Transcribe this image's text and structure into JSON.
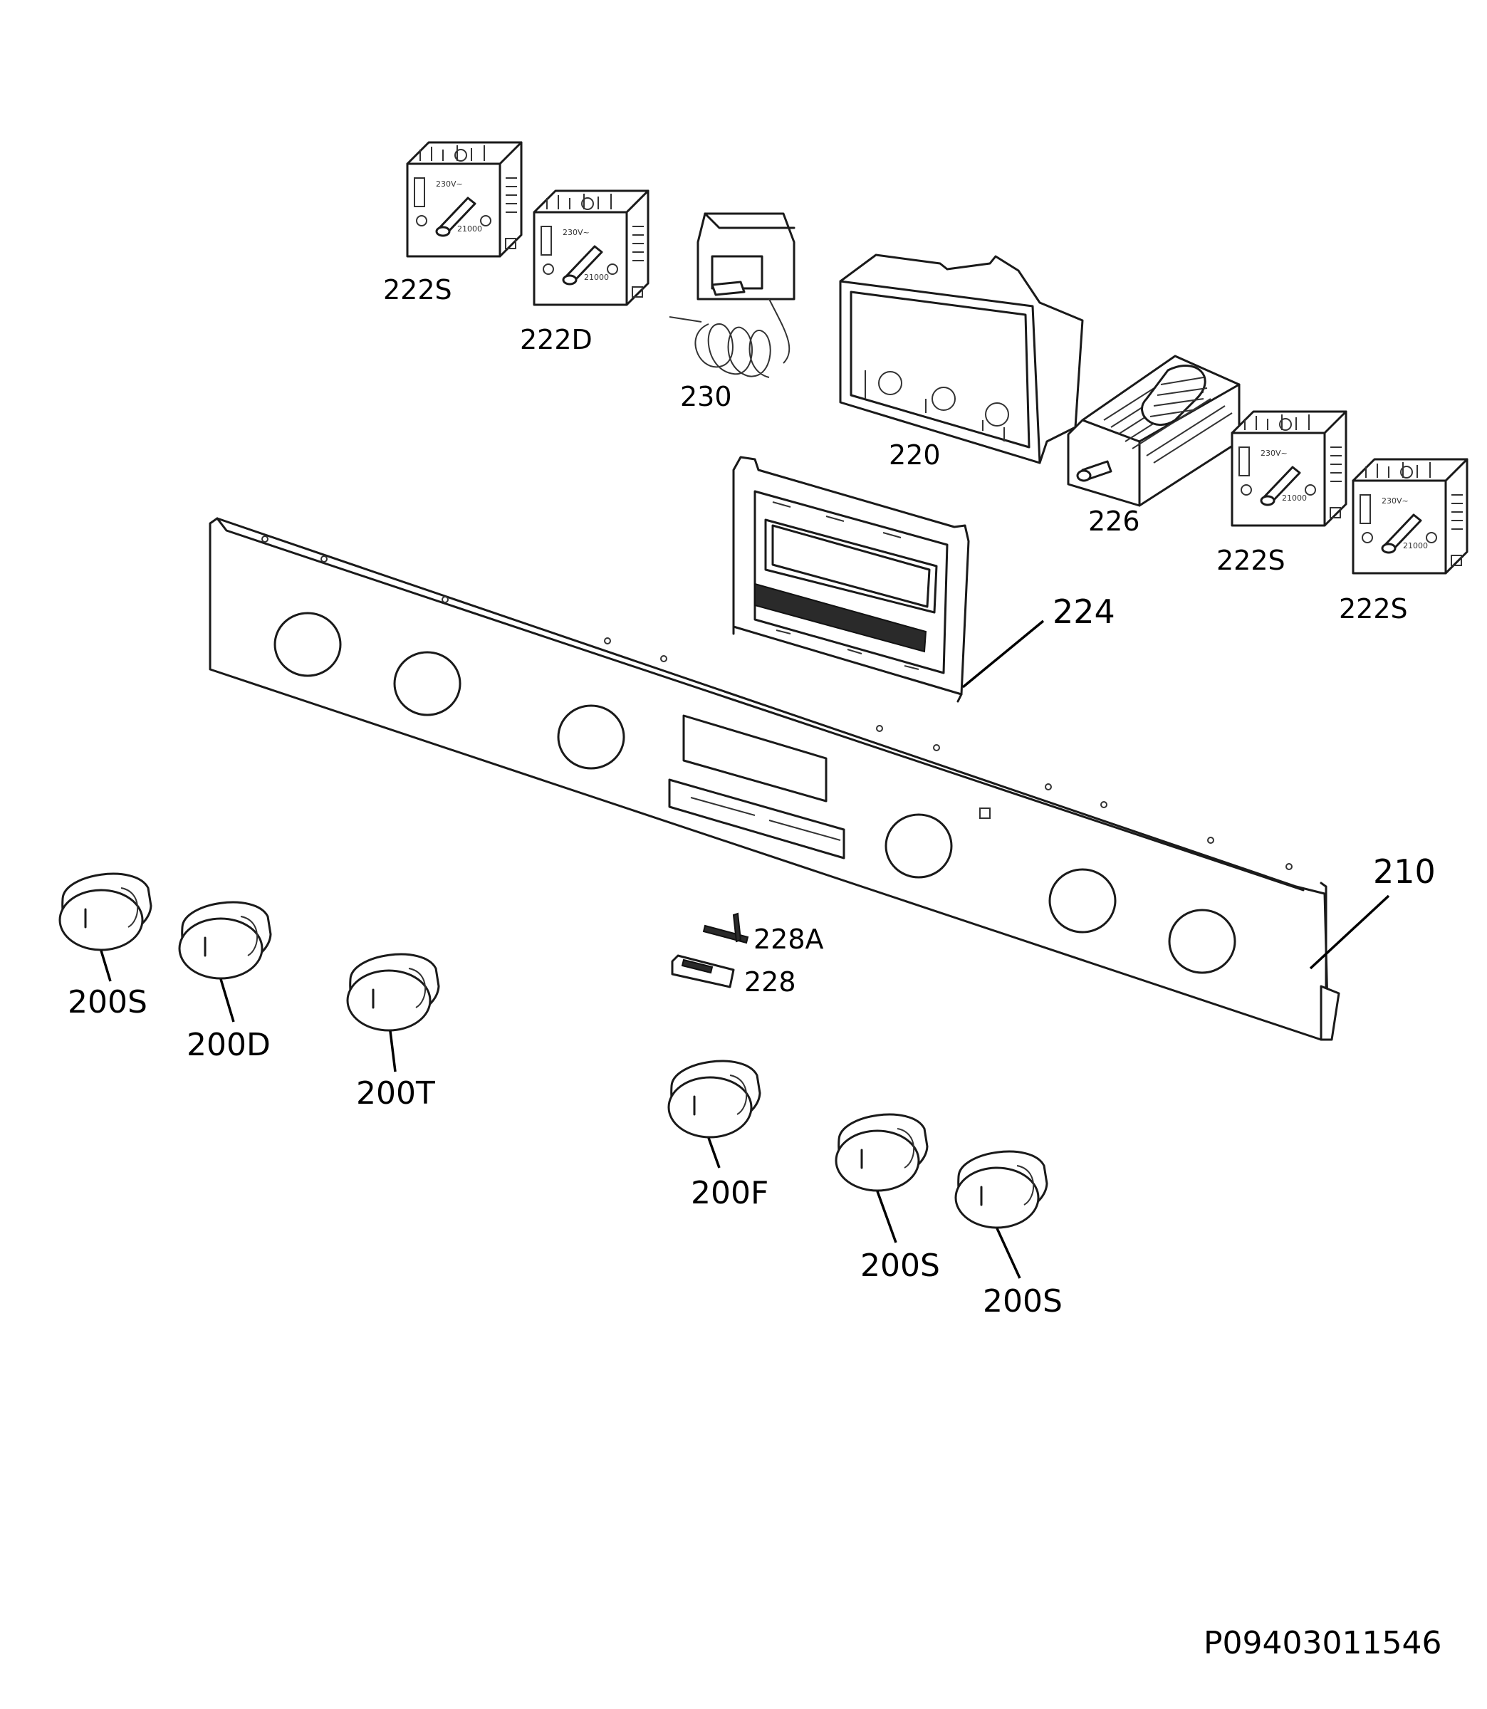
{
  "labels": {
    "switch_tl": "222S",
    "switch_d": "222D",
    "thermostat": "230",
    "housing": "220",
    "selector": "226",
    "switch_r1": "222S",
    "switch_r2": "222S",
    "display": "224",
    "panel": "210",
    "button_pin": "228A",
    "button": "228",
    "knob_1": "200S",
    "knob_2": "200D",
    "knob_3": "200T",
    "knob_4": "200F",
    "knob_5": "200S",
    "knob_6": "200S"
  },
  "reference": "P09403011546"
}
